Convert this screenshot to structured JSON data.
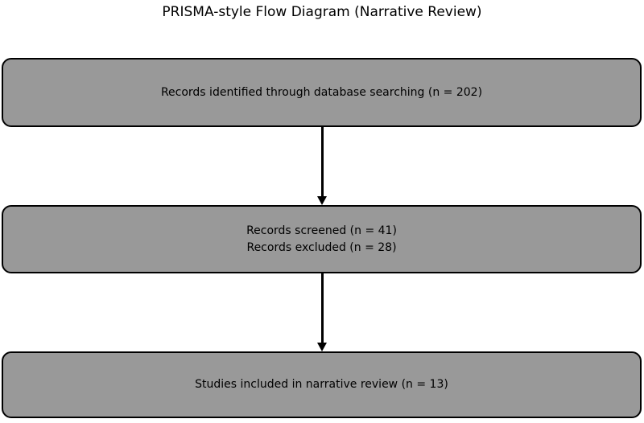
{
  "title": "PRISMA-style Flow Diagram (Narrative Review)",
  "flow_boxes": [
    {
      "id": "identification",
      "lines": [
        "Records identified through database searching (n = 202)"
      ]
    },
    {
      "id": "screening",
      "lines": [
        "Records screened (n = 41)",
        "Records excluded (n = 28)"
      ]
    },
    {
      "id": "included",
      "lines": [
        "Studies included in narrative review (n = 13)"
      ]
    }
  ],
  "counts": {
    "records_identified": 202,
    "records_screened": 41,
    "records_excluded": 28,
    "studies_included": 13
  },
  "colors": {
    "box_fill": "#999999",
    "box_border": "#000000",
    "arrow": "#000000",
    "text": "#000000",
    "background": "#ffffff"
  }
}
